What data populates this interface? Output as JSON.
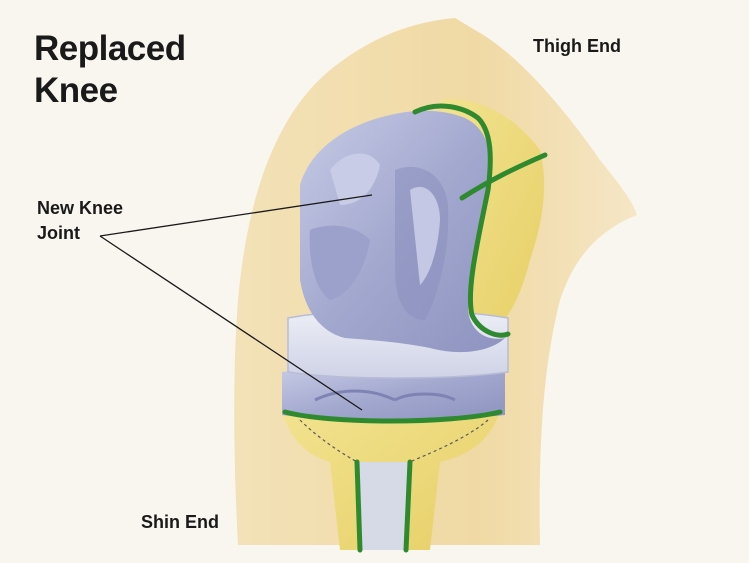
{
  "title_lines": [
    "Replaced",
    "Knee"
  ],
  "labels": {
    "thigh_end": "Thigh End",
    "joint_lines": [
      "New Knee",
      "Joint"
    ],
    "shin_end": "Shin End"
  },
  "colors": {
    "background": "#f9f6ef",
    "skin": "#f1dcaa",
    "bone": "#eed976",
    "implant": "#a9aed2",
    "implant_highlight": "#c9cce6",
    "spacer": "#dfe2ee",
    "cement_outline": "#2f8a2f",
    "leader_line": "#1a1a1a"
  }
}
